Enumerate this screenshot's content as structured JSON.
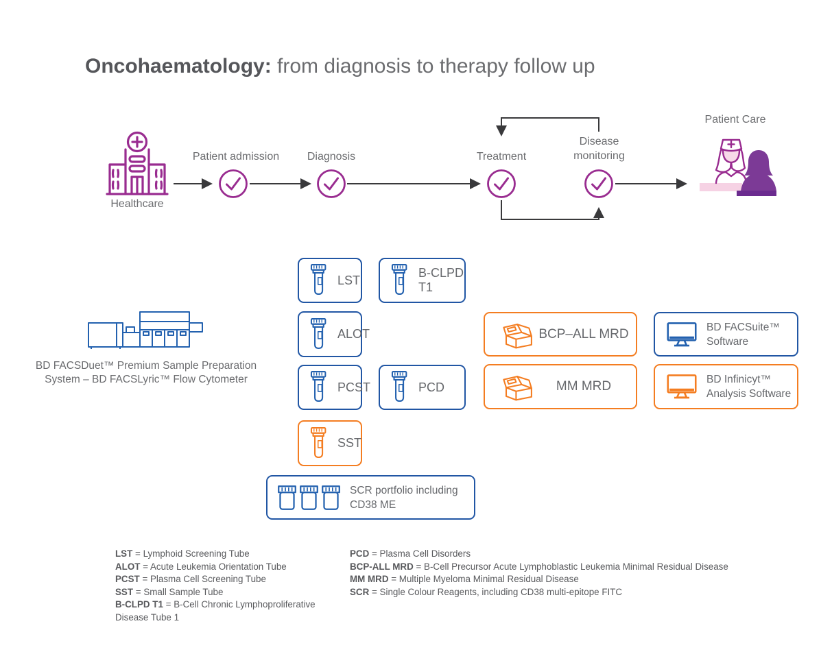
{
  "title": {
    "bold": "Oncohaematology:",
    "rest": " from diagnosis to therapy follow up"
  },
  "workflow": {
    "healthcare_label": "Healthcare",
    "steps": [
      {
        "label": "Patient admission"
      },
      {
        "label": "Diagnosis"
      },
      {
        "label": "Treatment"
      },
      {
        "label": "Disease monitoring"
      }
    ],
    "patient_care_label": "Patient Care"
  },
  "instrument_caption": {
    "line1": "BD FACSDuet™  Premium Sample Preparation",
    "line2": "System – BD FACSLyric™ Flow Cytometer"
  },
  "boxes": {
    "lst": "LST",
    "bclpd_t1": "B-CLPD T1",
    "alot": "ALOT",
    "pcst": "PCST",
    "pcd": "PCD",
    "sst": "SST",
    "bcp_all_mrd": "BCP–ALL MRD",
    "mm_mrd": "MM MRD",
    "facsuite": {
      "line1": "BD FACSuite™",
      "line2": "Software"
    },
    "infinicyt": {
      "line1": "BD Infinicyt™",
      "line2": "Analysis Software"
    },
    "scr": {
      "line1": "SCR portfolio including",
      "line2": "CD38 ME"
    }
  },
  "legend_left": [
    {
      "term": "LST",
      "def": "= Lymphoid Screening Tube"
    },
    {
      "term": "ALOT",
      "def": "= Acute Leukemia Orientation Tube"
    },
    {
      "term": "PCST",
      "def": "= Plasma Cell Screening Tube"
    },
    {
      "term": "SST",
      "def": "= Small Sample Tube"
    },
    {
      "term": "B-CLPD T1",
      "def": "= B-Cell Chronic Lymphoproliferative Disease Tube 1"
    }
  ],
  "legend_right": [
    {
      "term": "PCD",
      "def": "= Plasma Cell Disorders"
    },
    {
      "term": "BCP-ALL MRD",
      "def": "= B-Cell Precursor Acute Lymphoblastic Leukemia Minimal Residual Disease"
    },
    {
      "term": "MM MRD",
      "def": "= Multiple Myeloma Minimal Residual Disease"
    },
    {
      "term": "SCR",
      "def": "= Single Colour Reagents, including CD38 multi-epitope FITC"
    }
  ],
  "colors": {
    "purple": "#992c90",
    "patient_purple": "#7c3a96",
    "patient_purple_dark": "#6b2b8f",
    "pink_light": "#f7d9e8",
    "pink_desk": "#f6d2e4",
    "blue": "#2156a4",
    "icon_blue": "#2361af",
    "orange": "#f47d21",
    "arrow_gray": "#39393b",
    "text_gray": "#6b6c6f"
  }
}
